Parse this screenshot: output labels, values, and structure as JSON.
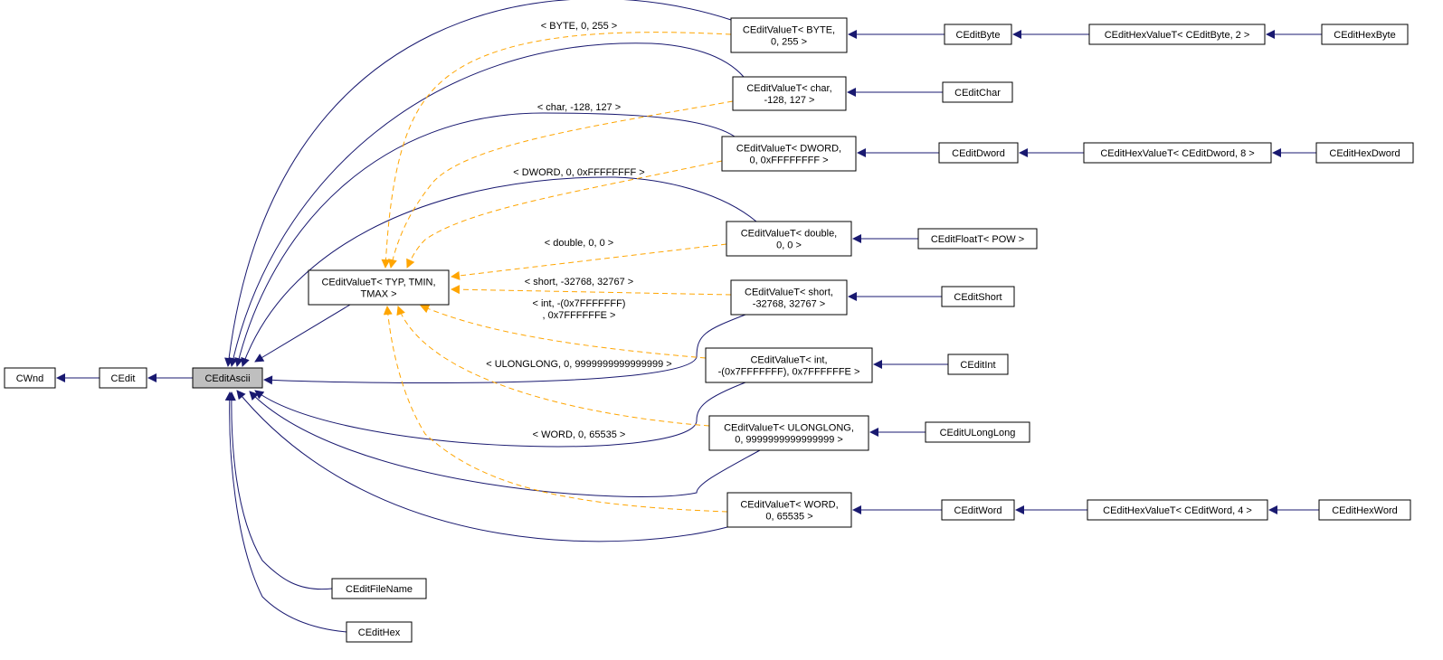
{
  "colors": {
    "inherit_edge": "#191970",
    "template_edge": "#ffa500",
    "highlight_node": "#bfbfbf"
  },
  "nodes": [
    {
      "id": "cwnd",
      "lines": [
        "CWnd"
      ]
    },
    {
      "id": "cedit",
      "lines": [
        "CEdit"
      ]
    },
    {
      "id": "ceditascii",
      "lines": [
        "CEditAscii"
      ],
      "highlight": true
    },
    {
      "id": "template",
      "lines": [
        "CEditValueT< TYP, TMIN,",
        "TMAX >"
      ]
    },
    {
      "id": "ev_byte",
      "lines": [
        "CEditValueT< BYTE,",
        "0, 255 >"
      ]
    },
    {
      "id": "ev_char",
      "lines": [
        "CEditValueT< char,",
        "-128, 127 >"
      ]
    },
    {
      "id": "ev_dword",
      "lines": [
        "CEditValueT< DWORD,",
        "0, 0xFFFFFFFF >"
      ]
    },
    {
      "id": "ev_double",
      "lines": [
        "CEditValueT< double,",
        "0, 0 >"
      ]
    },
    {
      "id": "ev_short",
      "lines": [
        "CEditValueT< short,",
        "-32768, 32767 >"
      ]
    },
    {
      "id": "ev_int",
      "lines": [
        "CEditValueT< int,",
        "-(0x7FFFFFFF), 0x7FFFFFFE >"
      ]
    },
    {
      "id": "ev_ulong",
      "lines": [
        "CEditValueT< ULONGLONG,",
        "0, 9999999999999999 >"
      ]
    },
    {
      "id": "ev_word",
      "lines": [
        "CEditValueT< WORD,",
        "0, 65535 >"
      ]
    },
    {
      "id": "ceditfilename",
      "lines": [
        "CEditFileName"
      ]
    },
    {
      "id": "cedithex",
      "lines": [
        "CEditHex"
      ]
    },
    {
      "id": "ceditbyte",
      "lines": [
        "CEditByte"
      ]
    },
    {
      "id": "ceditchar",
      "lines": [
        "CEditChar"
      ]
    },
    {
      "id": "ceditdword",
      "lines": [
        "CEditDword"
      ]
    },
    {
      "id": "ceditfloat",
      "lines": [
        "CEditFloatT< POW >"
      ]
    },
    {
      "id": "ceditshort",
      "lines": [
        "CEditShort"
      ]
    },
    {
      "id": "ceditint",
      "lines": [
        "CEditInt"
      ]
    },
    {
      "id": "ceditulong",
      "lines": [
        "CEditULongLong"
      ]
    },
    {
      "id": "ceditword",
      "lines": [
        "CEditWord"
      ]
    },
    {
      "id": "hex_byte_t",
      "lines": [
        "CEditHexValueT< CEditByte, 2 >"
      ]
    },
    {
      "id": "hex_dword_t",
      "lines": [
        "CEditHexValueT< CEditDword, 8 >"
      ]
    },
    {
      "id": "hex_word_t",
      "lines": [
        "CEditHexValueT< CEditWord, 4 >"
      ]
    },
    {
      "id": "hexbyte",
      "lines": [
        "CEditHexByte"
      ]
    },
    {
      "id": "hexdword",
      "lines": [
        "CEditHexDword"
      ]
    },
    {
      "id": "hexword",
      "lines": [
        "CEditHexWord"
      ]
    }
  ],
  "template_labels": [
    {
      "id": "byte",
      "lines": [
        "< BYTE, 0, 255 >"
      ]
    },
    {
      "id": "char",
      "lines": [
        "< char, -128, 127 >"
      ]
    },
    {
      "id": "dword",
      "lines": [
        "< DWORD, 0, 0xFFFFFFFF >"
      ]
    },
    {
      "id": "double",
      "lines": [
        "< double, 0, 0 >"
      ]
    },
    {
      "id": "short",
      "lines": [
        "< short, -32768, 32767 >"
      ]
    },
    {
      "id": "int",
      "lines": [
        "< int, -(0x7FFFFFFF)",
        ", 0x7FFFFFFE >"
      ]
    },
    {
      "id": "ulong",
      "lines": [
        "< ULONGLONG, 0, 9999999999999999 >"
      ]
    },
    {
      "id": "word",
      "lines": [
        "< WORD, 0, 65535 >"
      ]
    }
  ]
}
